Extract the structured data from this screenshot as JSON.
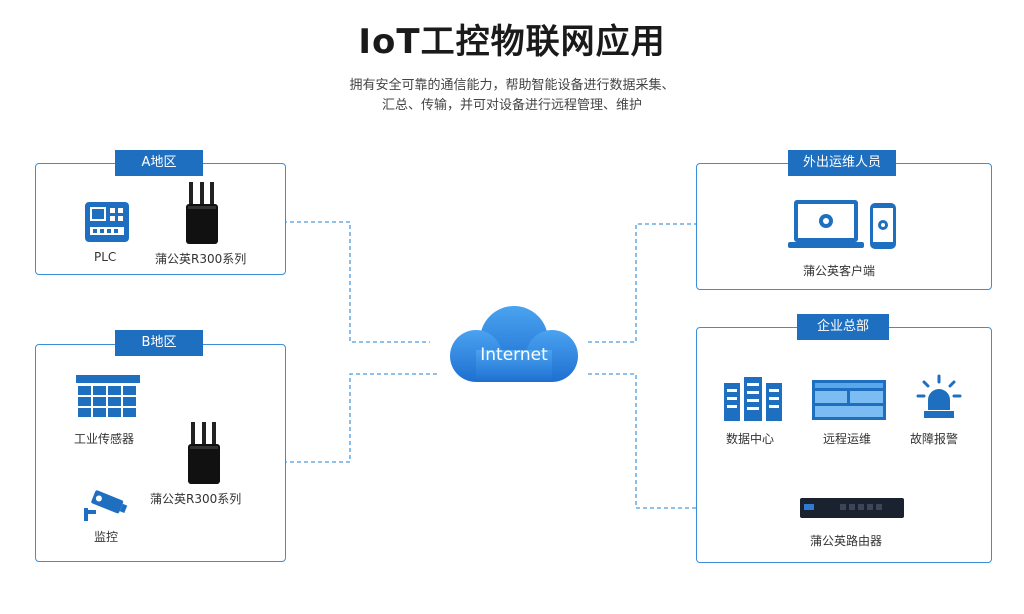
{
  "title": "IoT工控物联网应用",
  "subtitle_line1": "拥有安全可靠的通信能力，帮助智能设备进行数据采集、",
  "subtitle_line2": "汇总、传输，并可对设备进行远程管理、维护",
  "cloud_label": "Internet",
  "region_a": {
    "tab": "A地区",
    "plc": "PLC",
    "router": "蒲公英R300系列"
  },
  "region_b": {
    "tab": "B地区",
    "sensor": "工业传感器",
    "router": "蒲公英R300系列",
    "camera": "监控"
  },
  "ops": {
    "tab": "外出运维人员",
    "client": "蒲公英客户端"
  },
  "hq": {
    "tab": "企业总部",
    "datacenter": "数据中心",
    "remote_ops": "远程运维",
    "alarm": "故障报警",
    "router": "蒲公英路由器"
  },
  "colors": {
    "accent": "#1f6fc1",
    "border": "#3b8fd9",
    "dashed": "#4a9be0"
  }
}
